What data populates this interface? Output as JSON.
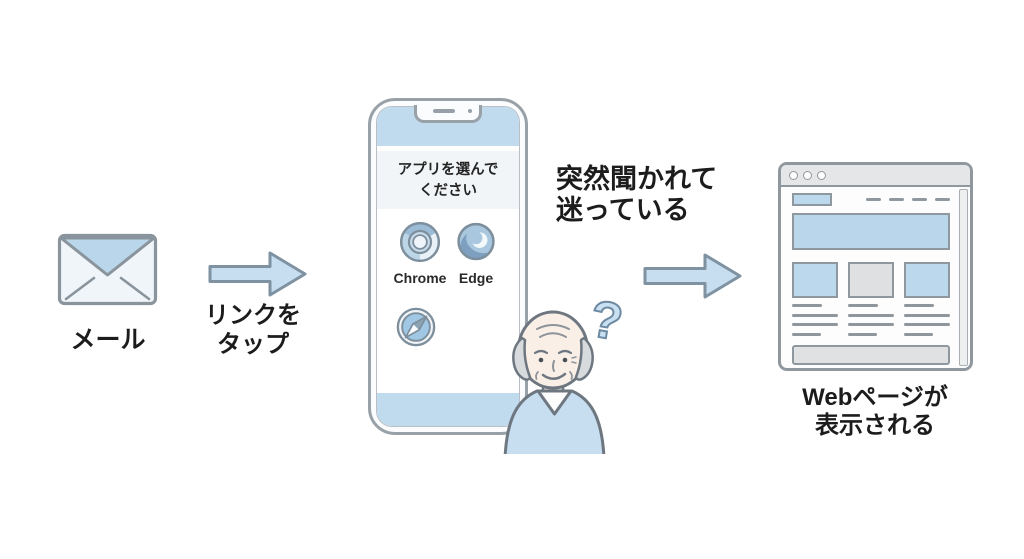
{
  "email": {
    "label": "メール"
  },
  "arrow1": {
    "label1": "リンクを",
    "label2": "タップ"
  },
  "phone": {
    "dialog1": "アプリを選んで",
    "dialog2": "ください",
    "apps": [
      {
        "name": "Chrome"
      },
      {
        "name": "Edge"
      }
    ]
  },
  "confusion": {
    "line1": "突然聞かれて",
    "line2": "迷っている",
    "question_mark": "?"
  },
  "webpage": {
    "caption1": "Webページが",
    "caption2": "表示される"
  },
  "colors": {
    "light_blue": "#c0dbee",
    "fill_blue": "#b9d6ea",
    "outline_gray": "#8a949c",
    "panel_gray": "#f2f5f7",
    "skin": "#f9efe7",
    "shirt_blue": "#c6def0",
    "text": "#1c1c1c"
  }
}
